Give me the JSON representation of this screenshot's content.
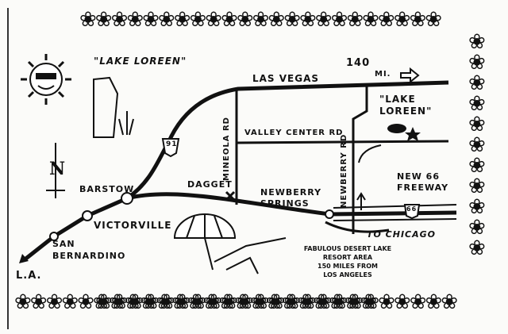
{
  "title": "\"LAKE LOREEN\"",
  "distance": {
    "value": "140",
    "unit": "MI."
  },
  "roads": {
    "las_vegas": "LAS VEGAS",
    "valley_center": "VALLEY CENTER RD",
    "minneola": "MINEOLA RD",
    "newberry": "NEWBERRY RD",
    "route_91": "91",
    "route_66": "66",
    "freeway": "NEW 66 FREEWAY",
    "to_chicago": "TO CHICAGO"
  },
  "places": {
    "lake": "\"LAKE LOREEN\"",
    "barstow": "BARSTOW",
    "dagget": "DAGGET",
    "newberry_springs": "NEWBERRY SPRINGS",
    "victorville": "VICTORVILLE",
    "san_bernardino": "SAN BERNARDINO",
    "la": "L.A."
  },
  "compass": "N",
  "caption": [
    "FABULOUS DESERT LAKE",
    "RESORT AREA",
    "150 MILES FROM",
    "LOS ANGELES"
  ],
  "border_glyph": "❀❀❀❀❀❀❀❀❀❀❀❀❀❀❀❀❀❀❀❀❀❀❀",
  "border_glyph_v": "❀"
}
